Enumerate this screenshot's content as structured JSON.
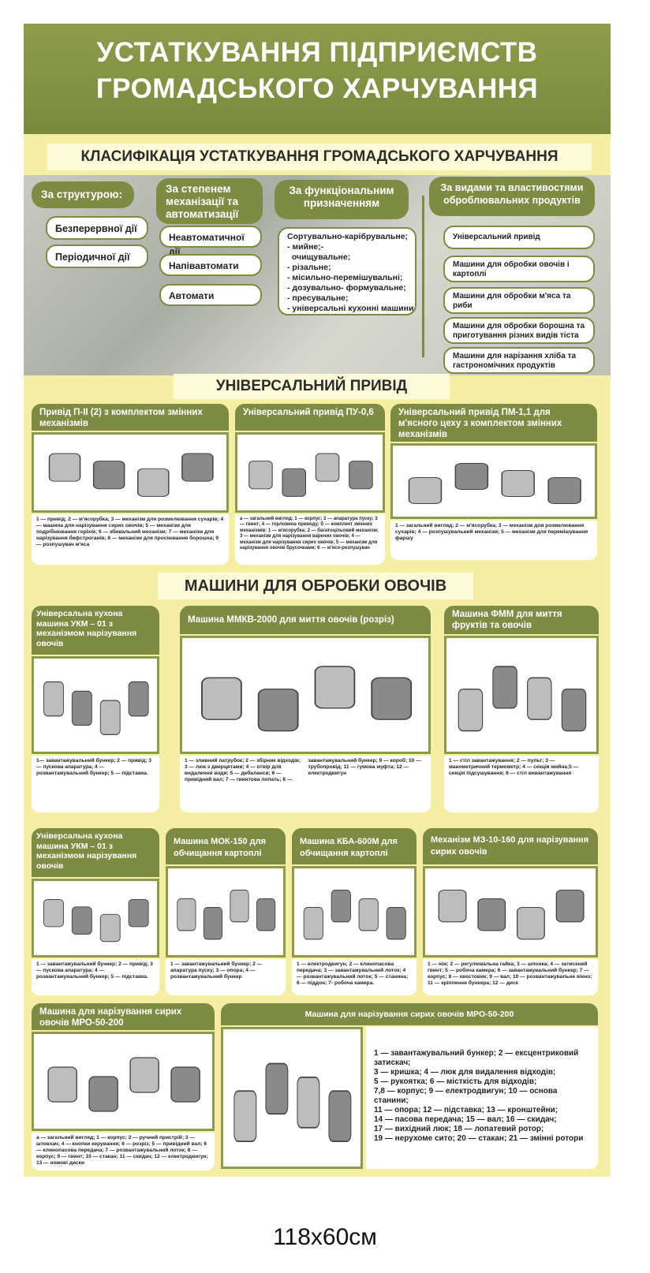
{
  "title": [
    "УСТАТКУВАННЯ ПІДПРИЄМСТВ",
    "ГРОМАДСЬКОГО ХАРЧУВАННЯ"
  ],
  "classification": {
    "heading": "КЛАСИФІКАЦІЯ УСТАТКУВАННЯ ГРОМАДСЬКОГО ХАРЧУВАННЯ",
    "structure": {
      "label": "За структурою:",
      "items": [
        "Безперервної дії",
        "Періодичної дії"
      ]
    },
    "mechanization": {
      "label": "За степенем механізації та автоматизації",
      "items": [
        "Неавтоматичної дії",
        "Напівавтомати",
        "Автомати"
      ]
    },
    "function": {
      "label": "За функціональним призначенням",
      "items": [
        "Сортувально-карібрувальне;",
        "- мийне;-",
        "  очищувальне;",
        "- різальне;",
        "- місильно-перемішувальні;",
        "- дозувально- формувальне;",
        "- пресувальне;",
        "- універсальні кухонні машини"
      ]
    },
    "products": {
      "label": "За видами та властивостями оброблювальних продуктів",
      "items": [
        "Універсальний привід",
        "Машини для обробки овочів і картоплі",
        "Машини для обробки м'яса та риби",
        "Машини для обробки борошна та приготування різних видів тіста",
        "Машини для нарізання хліба та гастрономічних продуктів"
      ]
    }
  },
  "section1": {
    "heading": "УНІВЕРСАЛЬНИЙ ПРИВІД",
    "cards": [
      {
        "title": "Привід П-ІІ (2) з комплектом змінних механізмів",
        "caption": "1 — привід; 2 — м'ясорубка; 3 — механізм для розмелювання сухарів; 4 — машина для нарізування сирих овочів; 5 — механізм для подрібнювання горіхів; 6 — збивальний механізм; 7 — механізм для нарізування бефстроганів; 8 — механізм для просіювання борошна; 9 — розпушувач м'яса"
      },
      {
        "title": "Універсальний привід ПУ-0,6",
        "caption": "а — загальний вигляд: 1 — корпус; 2 — апаратура пуску; 3 — гвинт; 4 — горловина приводу; б — комплект змінних механізмів: 1 — м'ясорубка; 2 — багатоцільовий механізм; 3 — механізм для нарізування варених овочів; 4 — механізм для нарізування сирих овочів; 5 — механізм для нарізування овочів брусочками; 6 — м'ясо-розпушувач"
      },
      {
        "title": "Універсальний привід ПМ-1,1 для м'ясного цеху з комплектом змінних механізмів",
        "caption": "1 — загальний вигляд; 2 — м'ясорубка; 3 — механізм для розмелювання сухарів; 4 — розпушувальний механізм; 5 — механізм для перемішування фаршу"
      }
    ]
  },
  "section2": {
    "heading": "МАШИНИ ДЛЯ ОБРОБКИ ОВОЧІВ",
    "cards": [
      {
        "title": "Універсальна кухона машина УКМ – 01 з механізмом нарізування овочів",
        "caption": "1— завантажувальний бункер; 2 — привід; 3 — пускова апаратура; 4 — розвантажувальний бункер; 5 — підставка."
      },
      {
        "title": "Машина ММКВ-2000 для миття овочів (розріз)",
        "caption": "1 — зливний патрубок; 2 — збірник відходів; 3 — люк з дверцятами; 4 — отвір для видалення води; 5 — дебаланси; 6 — привідний вал; 7 — гвинтова лопать; 8 — завантажувальний бункер; 9 — короб; 10 — трубопровід; 11 — гумова муфта; 12 — електродвигун"
      },
      {
        "title": "Машина ФММ для миття фруктів та овочів",
        "caption": "1 — стіл завантажування; 2 — пульт; 3 — манометричний термометр; 4 — секція мийна;5 — секція підсушування; 6 — стіл вивантажування"
      },
      {
        "title": "Універсальна кухона машина УКМ – 01 з механізмом нарізування овочів",
        "caption": "1 — завантажувальний бункер; 2 — привід; 3 — пускова апаратура; 4 — розвантажувальний бункер; 5 — підставка."
      },
      {
        "title": "Машина МОК-150 для обчищання картоплі",
        "caption": "1 — завантажувальний бункер; 2 — апаратура пуску; 3 — опора; 4 — розвантажувальний бункер"
      },
      {
        "title": "Машина КБА-600М для обчищання картоплі",
        "caption": "1 — електродвигун; 2 — клинопасова передача; 3 — завантажувальний лоток; 4 — розвантажувальний лоток; 5 — станина; 6 — піддон; 7- робоча камера."
      },
      {
        "title": "Механізм МЗ-10-160 для нарізування сирих овочів",
        "caption": "1 — ніж; 2 — регулювальна гайка; 3 — шпонка; 4 — затискний гвинт; 5 — робоча камера; 6 — завантажувальний бункер; 7 — корпус; 8 — хвостовик; 9 — вал; 10 — розвантажувальне вікно; 11 — кріплення бункера; 12 — диск"
      },
      {
        "title": "Машина для нарізування сирих овочів МРО-50-200",
        "caption": "а — загальний вигляд; 1 — корпус; 2 — ручний пристрій; 3 — штовхач; 4 — кнопки керування; 6 — розріз; 5 — привідний вал; 6 — клинопасова передача; 7 — розвантажувальний лоток; 8 — корпус; 9 — гвинт; 10 — стакан; 11 — скидач; 12 — електродвигун; 13 — ножові диски"
      },
      {
        "title": "Машина для нарізування сирих овочів МРО-50-200",
        "caption_lines": [
          "1 — завантажувальний бункер; 2 — ексцентриковий затискач;",
          "3 — кришка; 4 — люк для видалення відходів;",
          "5 — рукоятка; 6 — місткість для відходів;",
          "7,8 — корпус; 9 — електродвигун; 10 — основа станини;",
          "11 — опора; 12 — підставка; 13 — кронштейни;",
          "14 — пасова передача; 15 — вал; 16 — скидач;",
          "17 — вихідний люк; 18 — лопатевий ротор;",
          "19 — нерухоме сито; 20 — стакан; 21 — змінні ротори"
        ]
      }
    ]
  },
  "size_label": "118x60см",
  "colors": {
    "green": "#7e8c43",
    "background": "#f4efa4"
  }
}
